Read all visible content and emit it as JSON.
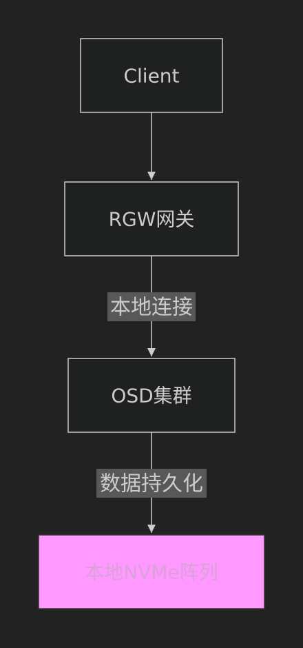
{
  "nodes": [
    {
      "id": "client",
      "label": "Client"
    },
    {
      "id": "rgw",
      "label": "RGW网关"
    },
    {
      "id": "osd",
      "label": "OSD集群"
    },
    {
      "id": "nvme",
      "label": "本地NVMe阵列"
    }
  ],
  "edges": [
    {
      "from": "client",
      "to": "rgw",
      "label": ""
    },
    {
      "from": "rgw",
      "to": "osd",
      "label": "本地连接"
    },
    {
      "from": "osd",
      "to": "nvme",
      "label": "数据持久化"
    }
  ],
  "colors": {
    "background": "#222222",
    "node_fill": "#1f2020",
    "node_stroke": "#cccccc",
    "highlight_fill": "#ff99ff",
    "highlight_stroke": "#333333",
    "highlight_text": "#d9a0d9",
    "edge": "#cccccc",
    "edge_label_bg": "#585858",
    "text": "#cccccc"
  }
}
